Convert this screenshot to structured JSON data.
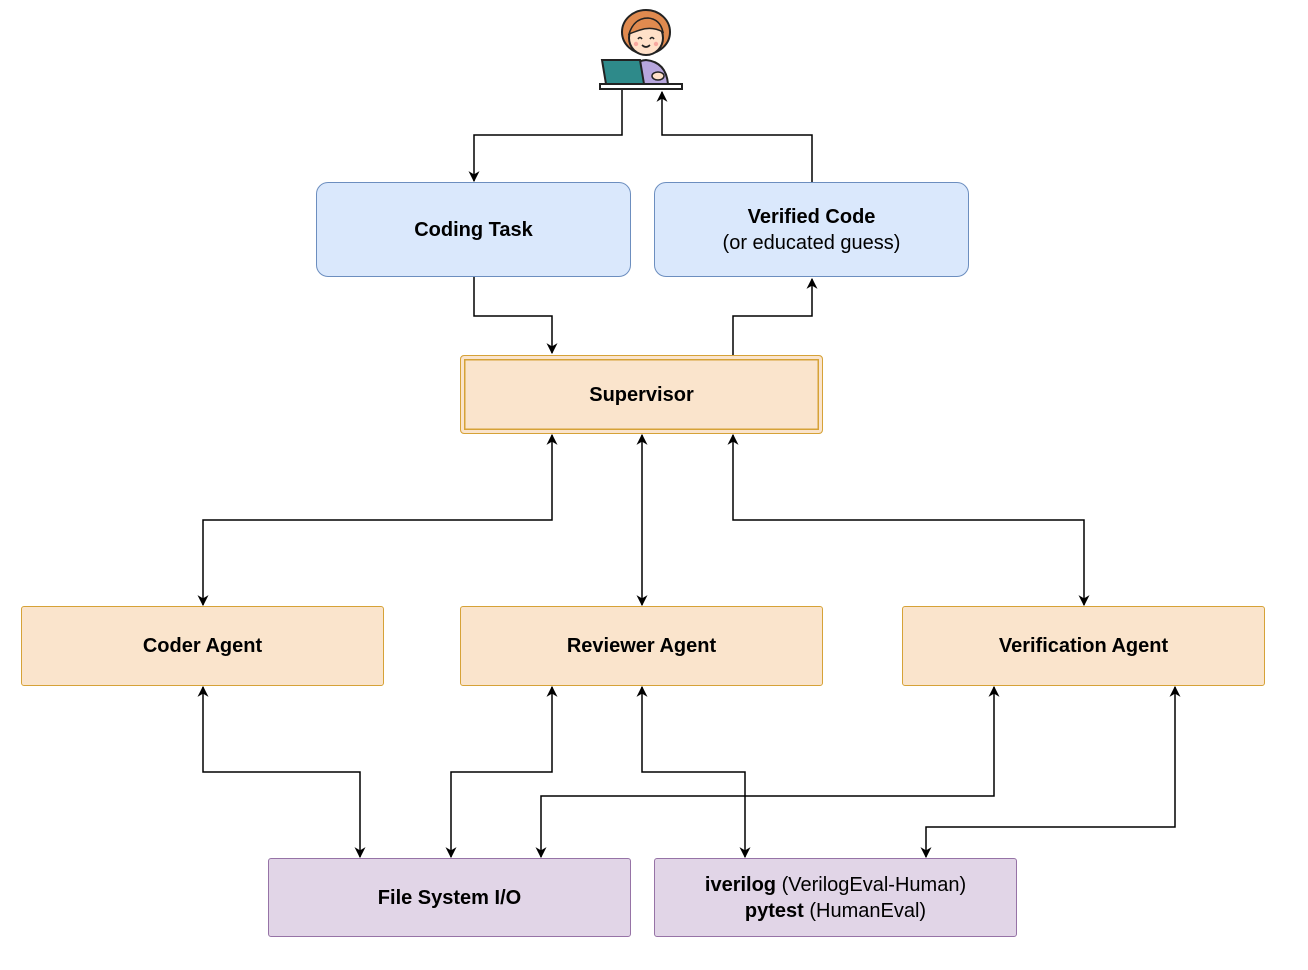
{
  "nodes": {
    "coding_task": "Coding Task",
    "verified_code_title": "Verified Code",
    "verified_code_sub": "(or educated guess)",
    "supervisor": "Supervisor",
    "coder_agent": "Coder Agent",
    "reviewer_agent": "Reviewer Agent",
    "verification_agent": "Verification Agent",
    "filesystem": "File System I/O",
    "tools": {
      "line1_bold": "iverilog",
      "line1_rest": " (VerilogEval-Human)",
      "line2_bold": "pytest",
      "line2_rest": " (HumanEval)"
    }
  },
  "icons": {
    "user": "person-at-laptop-icon"
  },
  "colors": {
    "blue_fill": "#dae8fc",
    "blue_stroke": "#6c8ebf",
    "orange_fill": "#fae4cc",
    "orange_stroke": "#d6a237",
    "purple_fill": "#e1d5e7",
    "purple_stroke": "#9673a6"
  }
}
